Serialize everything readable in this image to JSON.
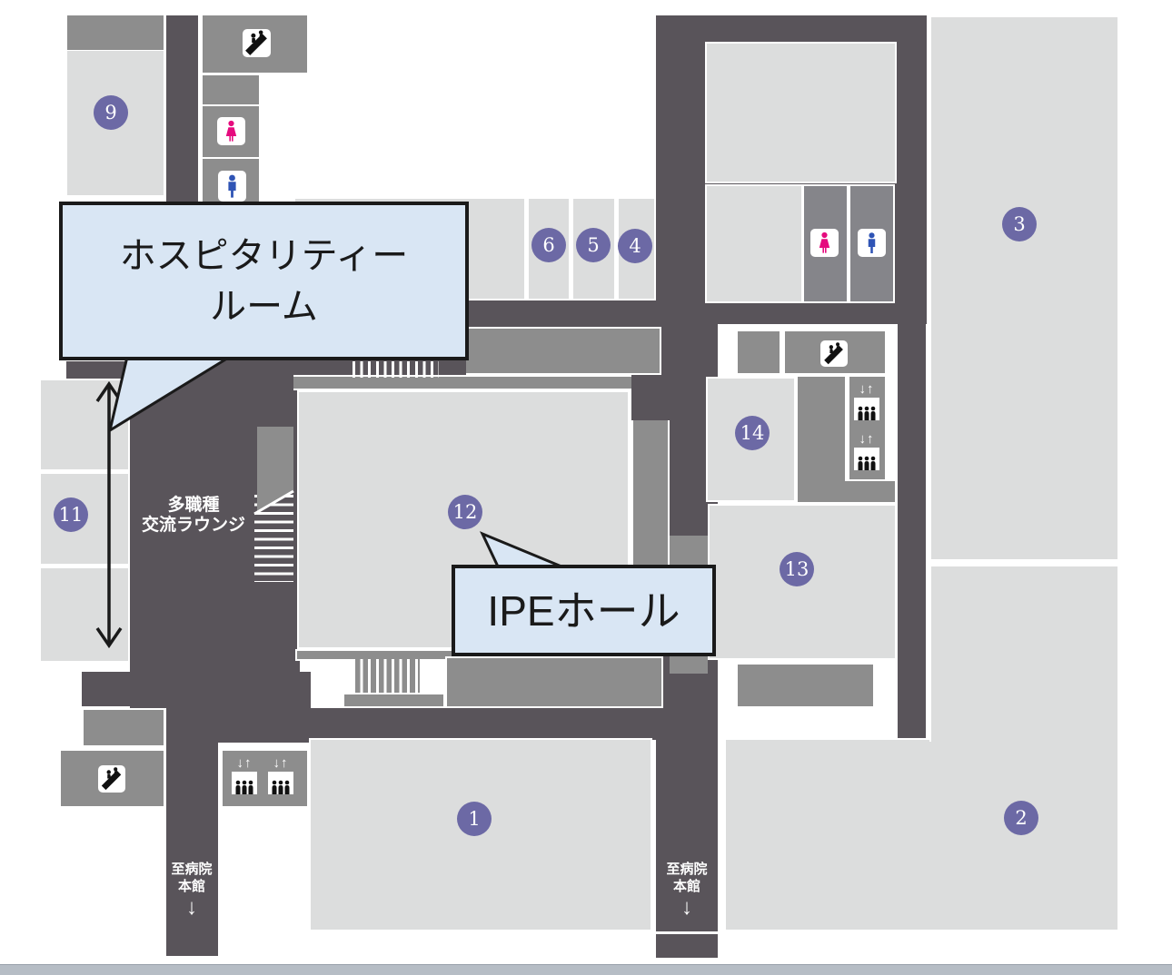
{
  "map_title": "floor-map",
  "markers": [
    {
      "id": "room-1",
      "label": "1"
    },
    {
      "id": "room-2",
      "label": "2"
    },
    {
      "id": "room-3",
      "label": "3"
    },
    {
      "id": "room-4",
      "label": "4"
    },
    {
      "id": "room-5",
      "label": "5"
    },
    {
      "id": "room-6",
      "label": "6"
    },
    {
      "id": "room-9",
      "label": "9"
    },
    {
      "id": "room-11",
      "label": "11"
    },
    {
      "id": "room-12",
      "label": "12"
    },
    {
      "id": "room-13",
      "label": "13"
    },
    {
      "id": "room-14",
      "label": "14"
    }
  ],
  "callouts": {
    "hospitality": {
      "line1": "ホスピタリティー",
      "line2": "ルーム"
    },
    "ipe": {
      "label": "IPEホール"
    }
  },
  "lounge": {
    "line1": "多職種",
    "line2": "交流ラウンジ"
  },
  "exits": [
    {
      "line1": "至病院",
      "line2": "本館",
      "arrow": "↓"
    },
    {
      "line1": "至病院",
      "line2": "本館",
      "arrow": "↓"
    }
  ],
  "elevator": {
    "down": "↓",
    "up": "↑"
  },
  "icons": {
    "stairs": "stairs-icon",
    "toilet_female": "female-toilet-icon",
    "toilet_male": "male-toilet-icon",
    "elevator": "elevator-icon"
  },
  "colors": {
    "corridor": "#59545a",
    "wall": "#8d8d8d",
    "room": "#dcdddd",
    "marker": "#6c69a5",
    "callout_bg": "#d9e6f4",
    "callout_border": "#1a1a1a",
    "female": "#e50b7e",
    "male": "#2f54b5",
    "bottom_bar": "#b6bdc5"
  }
}
